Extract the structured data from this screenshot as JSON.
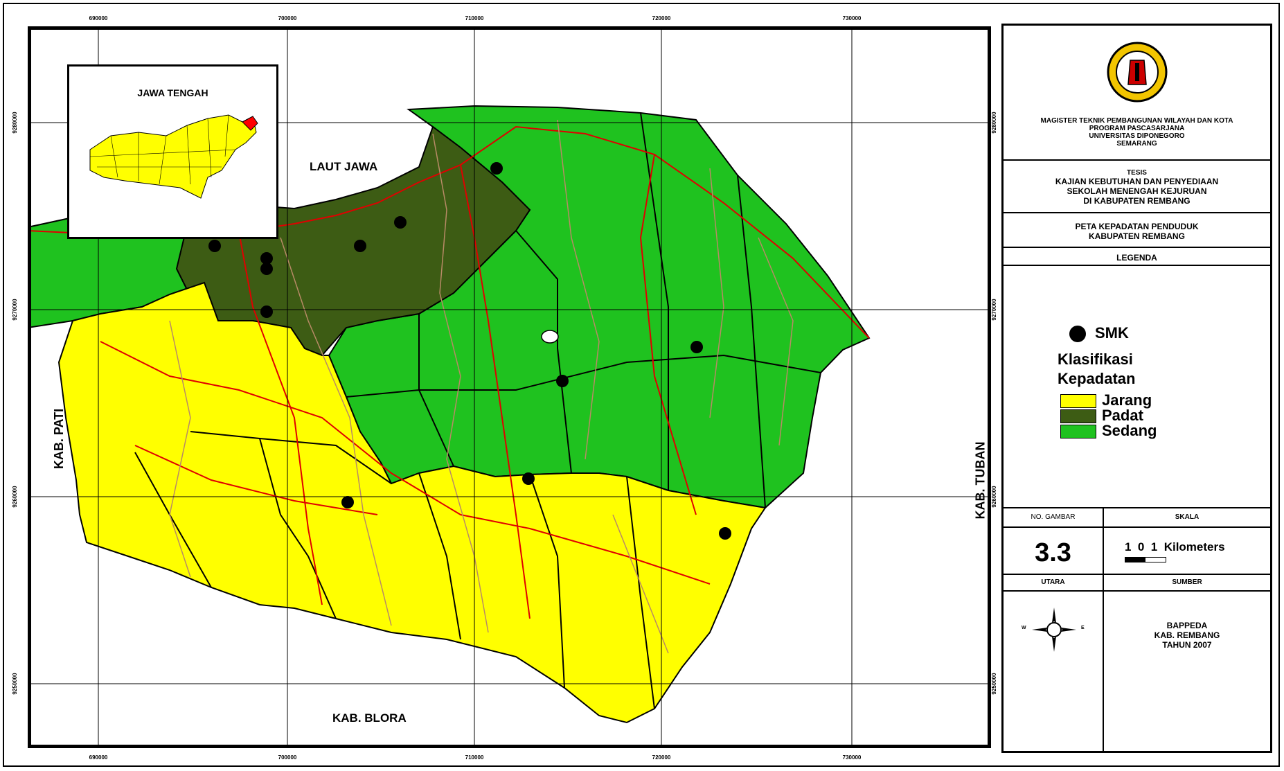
{
  "map": {
    "sea_label": "LAUT JAWA",
    "south_label": "KAB. BLORA",
    "west_label": "KAB. PATI",
    "east_label": "KAB. TUBAN",
    "x_ticks": [
      "690000",
      "700000",
      "710000",
      "720000",
      "730000"
    ],
    "y_ticks": [
      "9280000",
      "9270000",
      "9260000",
      "9250000"
    ],
    "inset_title": "JAWA TENGAH"
  },
  "panel": {
    "institution": [
      "MAGISTER TEKNIK PEMBANGUNAN WILAYAH DAN KOTA",
      "PROGRAM PASCASARJANA",
      "UNIVERSITAS DIPONEGORO",
      "SEMARANG"
    ],
    "thesis": [
      "TESIS",
      "KAJIAN KEBUTUHAN DAN PENYEDIAAN",
      "SEKOLAH MENENGAH KEJURUAN",
      "DI KABUPATEN REMBANG"
    ],
    "map_title": [
      "PETA KEPADATAN PENDUDUK",
      "KABUPATEN REMBANG"
    ],
    "legend_header": "LEGENDA",
    "legend_point": "SMK",
    "legend_class_title": [
      "Klasifikasi",
      "Kepadatan"
    ],
    "legend_classes": [
      {
        "label": "Jarang",
        "color": "#ffff00"
      },
      {
        "label": "Padat",
        "color": "#3d5c14"
      },
      {
        "label": "Sedang",
        "color": "#1fc21f"
      }
    ],
    "no_gambar_label": "NO. GAMBAR",
    "skala_label": "SKALA",
    "no_gambar_value": "3.3",
    "scale_text": "1  0  1  Kilometers",
    "utara_label": "UTARA",
    "sumber_label": "SUMBER",
    "sumber_value": [
      "BAPPEDA",
      "KAB. REMBANG",
      "TAHUN 2007"
    ],
    "compass": {
      "w": "W",
      "e": "E"
    }
  },
  "colors": {
    "jarang": "#ffff00",
    "padat": "#3d5c14",
    "sedang": "#1fc21f",
    "road": "#e00000",
    "river": "#b88a66",
    "border": "#000000"
  }
}
